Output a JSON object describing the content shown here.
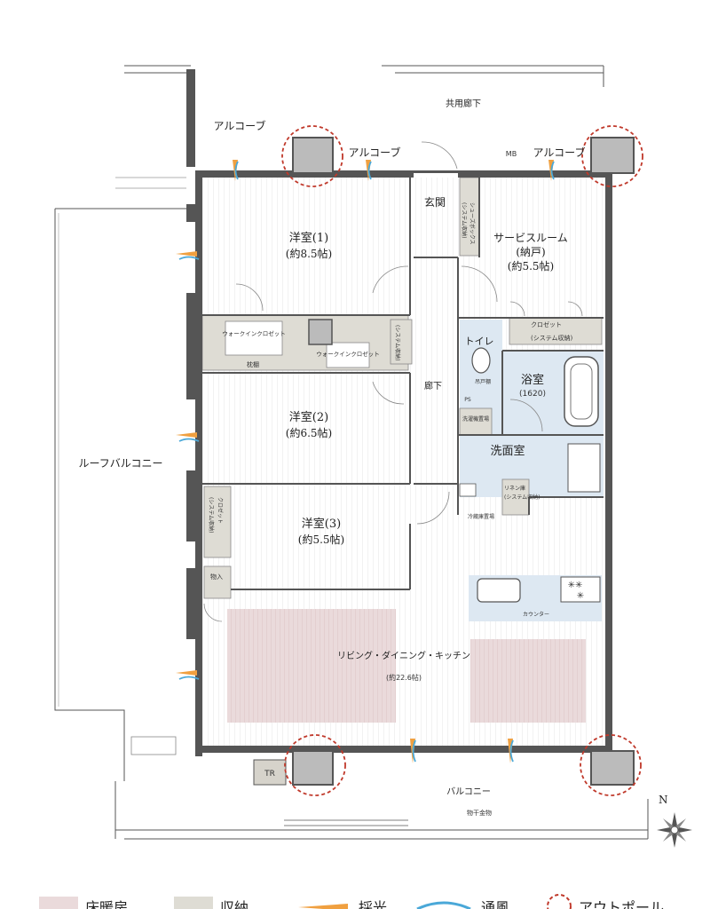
{
  "rooms": {
    "western1": {
      "name": "洋室(1)",
      "size": "(約8.5帖)"
    },
    "western2": {
      "name": "洋室(2)",
      "size": "(約6.5帖)"
    },
    "western3": {
      "name": "洋室(3)",
      "size": "(約5.5帖)"
    },
    "service": {
      "name": "サービスルーム",
      "sub": "(納戸)",
      "size": "(約5.5帖)"
    },
    "ldk": {
      "name": "リビング・ダイニング・キッチン",
      "size": "(約22.6帖)"
    },
    "bath": {
      "name": "浴室",
      "size": "(1620)"
    },
    "washroom": {
      "name": "洗面室"
    },
    "toilet": {
      "name": "トイレ"
    },
    "entrance": {
      "name": "玄関"
    },
    "hallway": {
      "name": "廊下"
    }
  },
  "areas": {
    "alcove1": "アルコーブ",
    "alcove2": "アルコーブ",
    "alcove3": "アルコーブ",
    "corridor": "共用廊下",
    "roof_balcony": "ルーフバルコニー",
    "balcony": "バルコニー",
    "drying": "物干金物"
  },
  "storage": {
    "walkin1": "ウォークインクロゼット",
    "walkin2": "ウォークインクロゼット",
    "shelf": "枕棚",
    "closet_service": "クロゼット",
    "closet_service_sub": "(システム収納)",
    "shoes": "シューズボックス",
    "shoes_sub": "(システム収納)",
    "system_storage": "(システム収納)",
    "storage_item": "物入",
    "linen": "リネン庫",
    "linen_sub": "(システム収納)",
    "closet3": "クロゼット",
    "closet3_sub": "(システム収納)",
    "washer": "洗濯機置場",
    "fridge": "冷蔵庫置場",
    "counter": "カウンター",
    "toilet_shelf": "吊戸棚",
    "mb": "MB",
    "tr": "TR",
    "ps": "PS"
  },
  "compass": {
    "north": "N"
  },
  "legend": [
    {
      "label": "床暖房",
      "color": "#eadadb"
    },
    {
      "label": "収納",
      "color": "#dedcd4"
    },
    {
      "label": "採光",
      "color": "#f0a040"
    },
    {
      "label": "通風",
      "color": "#4aa8d8"
    },
    {
      "label": "アウトポール",
      "color": "#c0392b"
    }
  ]
}
